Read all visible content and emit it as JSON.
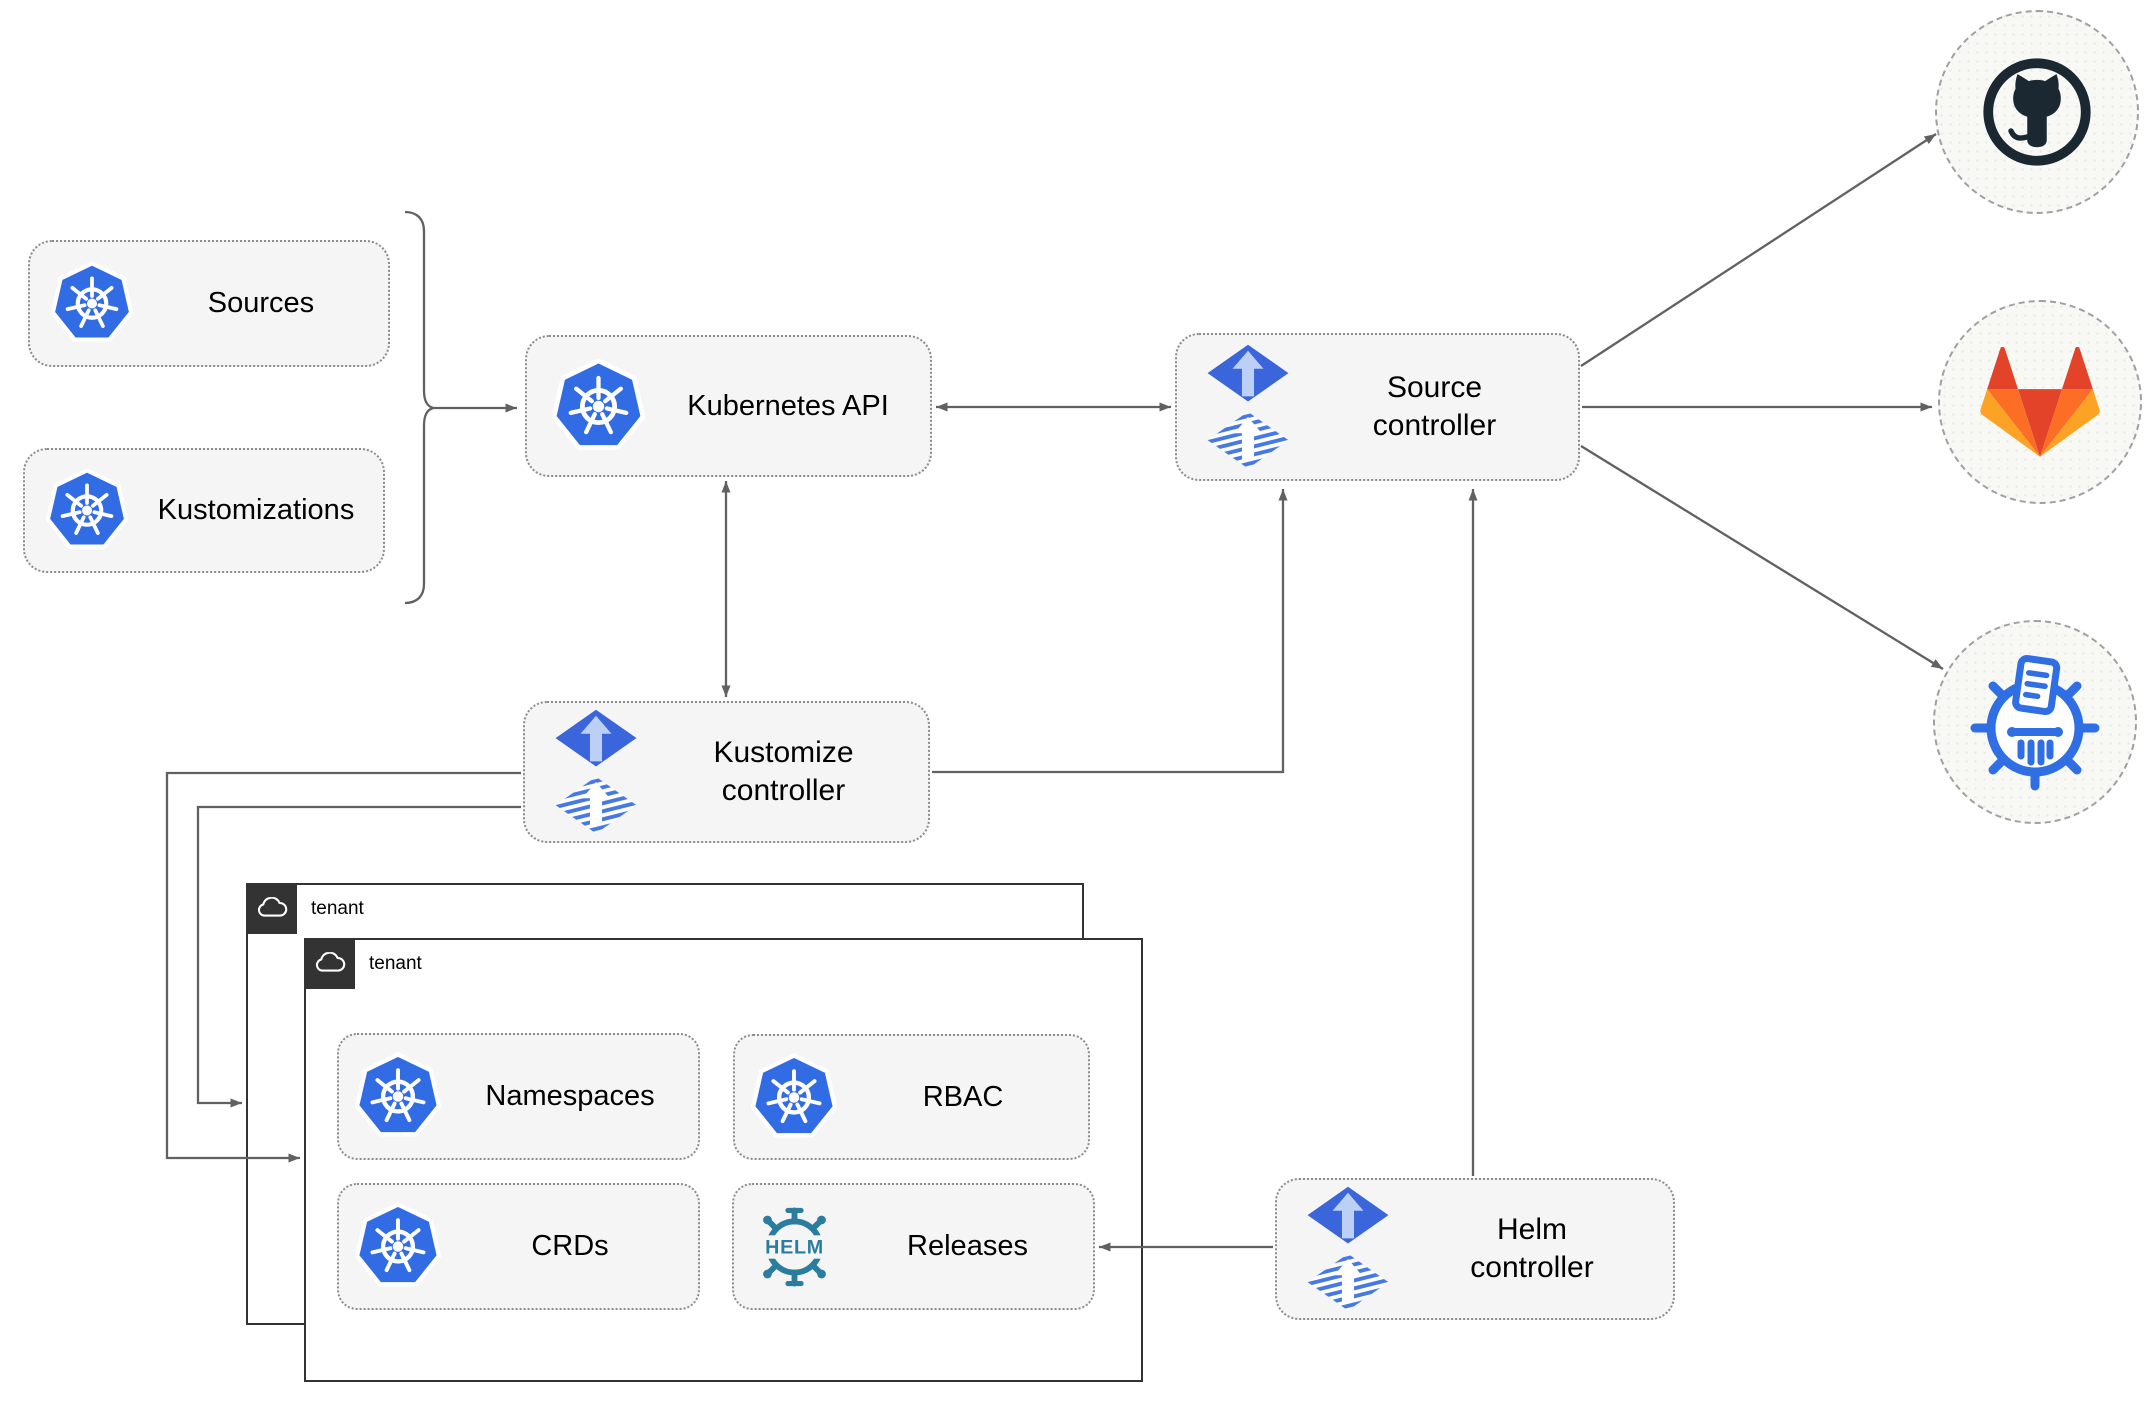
{
  "colors": {
    "node_fill": "#F5F5F5",
    "connector_gray": "#616161",
    "kubernetes_blue": "#326CE5",
    "flux_blue": "#3A65DB",
    "flux_light_blue": "#BCD0F6",
    "helm_teal": "#2A7D9F",
    "github_dark": "#1B2832",
    "gitlab_red": "#E24329",
    "gitlab_orange": "#FC6D26",
    "gitlab_amber": "#FCA326",
    "harbor_blue": "#2F6EE3",
    "tenant_border": "#333333"
  },
  "nodes": {
    "sources": {
      "label": "Sources"
    },
    "kustomizations": {
      "label": "Kustomizations"
    },
    "kubernetes_api": {
      "label": "Kubernetes API"
    },
    "source_controller": {
      "lines": [
        "Source",
        "controller"
      ]
    },
    "kustomize_controller": {
      "lines": [
        "Kustomize",
        "controller"
      ]
    },
    "helm_controller": {
      "lines": [
        "Helm",
        "controller"
      ]
    },
    "tenant_outer": {
      "label": "tenant"
    },
    "tenant_inner": {
      "label": "tenant"
    },
    "namespaces": {
      "label": "Namespaces"
    },
    "rbac": {
      "label": "RBAC"
    },
    "crds": {
      "label": "CRDs"
    },
    "releases": {
      "label": "Releases"
    }
  },
  "logos": {
    "helm_wordmark": "HELM"
  },
  "external_targets": [
    {
      "icon": "github-logo"
    },
    {
      "icon": "gitlab-logo"
    },
    {
      "icon": "harbor-logo"
    }
  ]
}
